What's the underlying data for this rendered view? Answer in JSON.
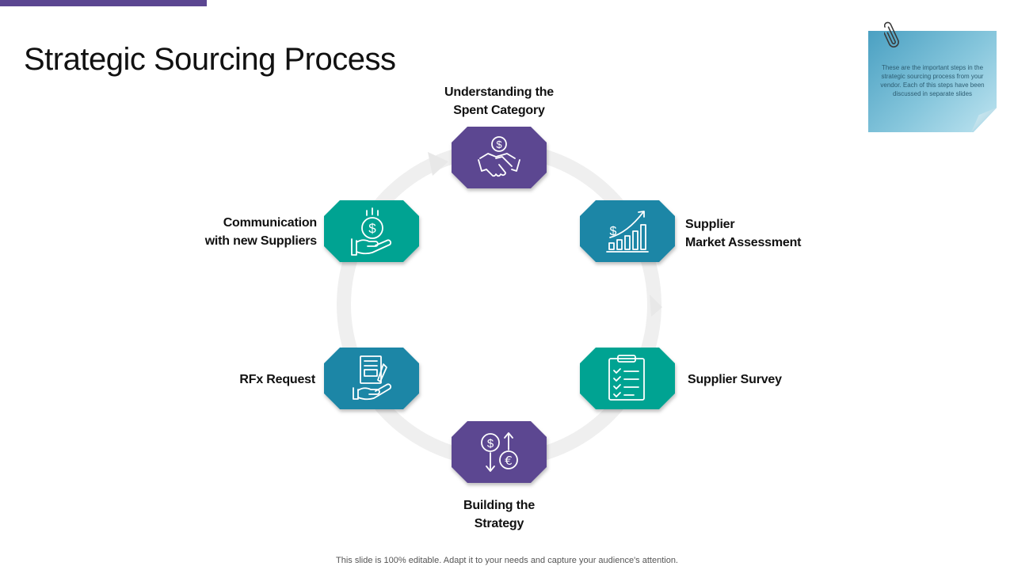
{
  "slide": {
    "title": "Strategic Sourcing Process",
    "footer": "This slide is 100% editable. Adapt it to your needs and capture your audience's attention."
  },
  "note": {
    "text": "These are the important steps in the strategic sourcing process from your vendor. Each of this steps have been discussed in separate slides"
  },
  "colors": {
    "purple": "#5b4691",
    "teal": "#05a392",
    "blue": "#1e86a6",
    "ring": "#efefef"
  },
  "steps": [
    {
      "id": "top",
      "lines": [
        "Understanding the",
        "Spent Category"
      ],
      "color": "purple",
      "icon": "handshake-dollar-icon"
    },
    {
      "id": "right-top",
      "lines": [
        "Supplier",
        "Market Assessment"
      ],
      "color": "blue",
      "icon": "growth-chart-icon"
    },
    {
      "id": "right-bottom",
      "lines": [
        "Supplier Survey"
      ],
      "color": "teal",
      "icon": "clipboard-checklist-icon"
    },
    {
      "id": "bottom",
      "lines": [
        "Building the",
        "Strategy"
      ],
      "color": "purple",
      "icon": "currency-exchange-icon"
    },
    {
      "id": "left-bottom",
      "lines": [
        "RFx Request"
      ],
      "color": "blue",
      "icon": "hand-document-icon"
    },
    {
      "id": "left-top",
      "lines": [
        "Communication",
        "with new Suppliers"
      ],
      "color": "teal",
      "icon": "hand-money-icon"
    }
  ]
}
